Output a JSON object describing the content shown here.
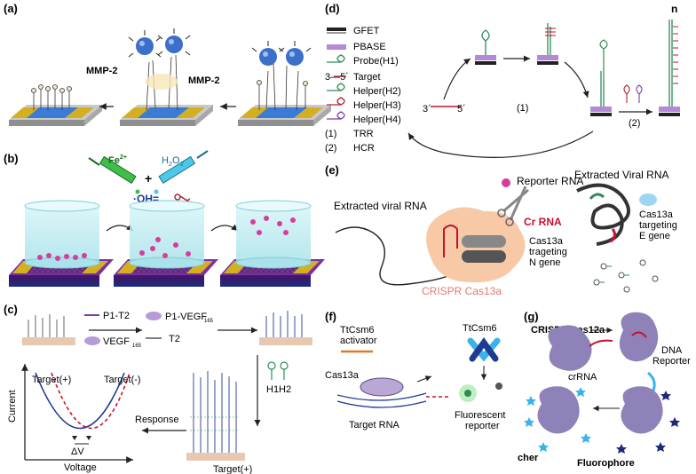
{
  "panels": {
    "a": "(a)",
    "b": "(b)",
    "c": "(c)",
    "d": "(d)",
    "e": "(e)",
    "f": "(f)",
    "g": "(g)"
  },
  "a": {
    "mmp_left": "MMP-2",
    "mmp_right": "MMP-2"
  },
  "b": {
    "fe": "Fe",
    "fe_sup": "2+",
    "h2o2": "H",
    "h2o2_sub1": "2",
    "h2o2_o": "O",
    "h2o2_sub2": "2",
    "plus": "+",
    "oh": "·OH="
  },
  "c": {
    "p1t2": "P1-T2",
    "vegf": "VEGF",
    "vegf_sub": "165",
    "p1vegf": "P1-VEGF",
    "p1vegf_sub": "165",
    "t2": "T2",
    "h1h2": "H1H2",
    "response": "Response",
    "target_pos": "Target(+)",
    "target_neg": "Target(-)",
    "target_pos_bottom": "Target(+)",
    "ylabel": "Current",
    "xlabel": "Voltage",
    "dv": "ΔV"
  },
  "d": {
    "legend": [
      "GFET",
      "PBASE",
      "Probe(H1)",
      "Target",
      "Helper(H2)",
      "Helper(H3)",
      "Helper(H4)",
      "TRR",
      "HCR"
    ],
    "legend_marks": [
      "",
      "",
      "",
      "3—5´",
      "",
      "",
      "",
      "(1)",
      "(2)"
    ],
    "step1": "(1)",
    "step2": "(2)",
    "three": "3´",
    "five": "5´",
    "n": "n"
  },
  "e": {
    "extracted_left": "Extracted viral RNA",
    "extracted_right": "Extracted Viral RNA",
    "reporter": "Reporter RNA",
    "crrna": "Cr RNA",
    "cas13a_n": "Cas13a\ntrageting\nN gene",
    "cas13a_n_l1": "Cas13a",
    "cas13a_n_l2": "trageting",
    "cas13a_n_l3": "N gene",
    "cas13a_e_l1": "Cas13a",
    "cas13a_e_l2": "targeting",
    "cas13a_e_l3": "E gene",
    "crispr": "CRISPR Cas13a"
  },
  "f": {
    "activator_l1": "TtCsm6",
    "activator_l2": "activator",
    "cas13a": "Cas13a",
    "target_rna": "Target RNA",
    "ttcsm6": "TtCsm6",
    "fluor_l1": "Fluorescent",
    "fluor_l2": "reporter"
  },
  "g": {
    "title": "CRISPR Cas12a",
    "crrna": "crRNA",
    "dna_l1": "DNA",
    "dna_l2": "Reporter",
    "cher": "cher",
    "fluorophore": "Fluorophore"
  },
  "colors": {
    "gold": "#d4b020",
    "graphene": "#3a7bd5",
    "purple": "#7b3fa8",
    "magenta": "#d63c9c",
    "red_dash": "#c8102e",
    "blue_curve": "#1f3a93",
    "probe_green": "#2e8b57",
    "helper_red": "#b22234",
    "pbase": "#b48ad8",
    "cas13a_cloud": "#f7c9a6",
    "star_blue": "#3bb3ea"
  }
}
